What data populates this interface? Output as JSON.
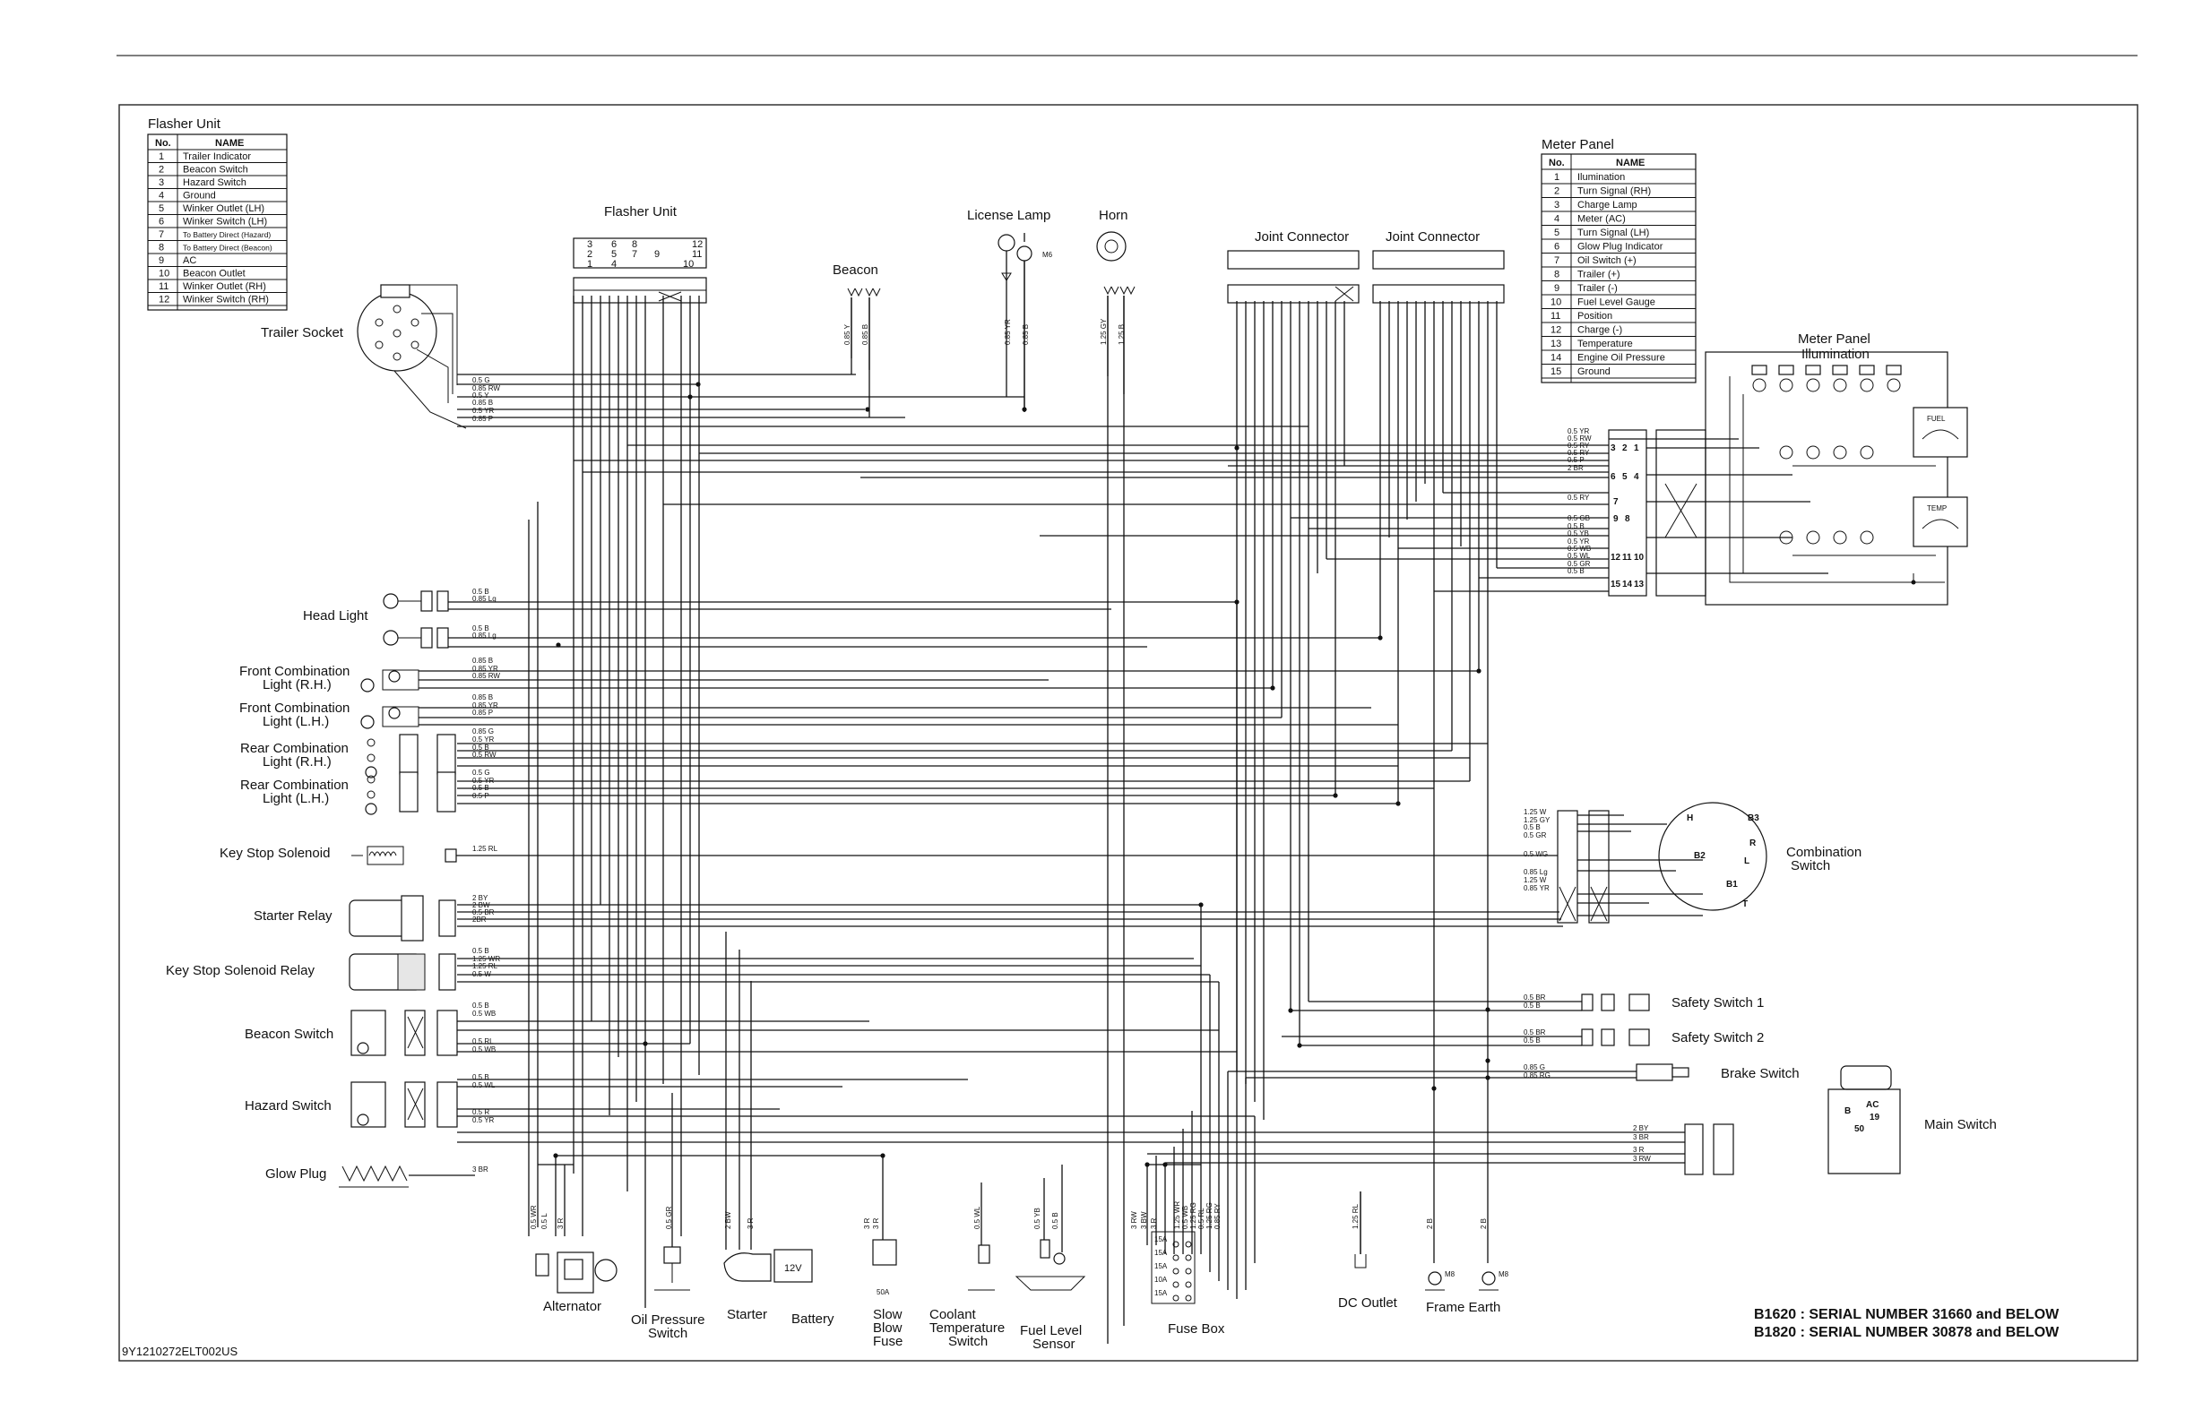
{
  "flasher_table": {
    "title": "Flasher Unit",
    "col_no": "No.",
    "col_name": "NAME",
    "rows": [
      {
        "no": "1",
        "name": "Trailer Indicator"
      },
      {
        "no": "2",
        "name": "Beacon Switch"
      },
      {
        "no": "3",
        "name": "Hazard Switch"
      },
      {
        "no": "4",
        "name": "Ground"
      },
      {
        "no": "5",
        "name": "Winker Outlet (LH)"
      },
      {
        "no": "6",
        "name": "Winker Switch (LH)"
      },
      {
        "no": "7",
        "name": "To Battery Direct (Hazard)"
      },
      {
        "no": "8",
        "name": "To Battery Direct (Beacon)"
      },
      {
        "no": "9",
        "name": "AC"
      },
      {
        "no": "10",
        "name": "Beacon Outlet"
      },
      {
        "no": "11",
        "name": "Winker Outlet (RH)"
      },
      {
        "no": "12",
        "name": "Winker Switch (RH)"
      }
    ]
  },
  "meter_table": {
    "title": "Meter Panel",
    "col_no": "No.",
    "col_name": "NAME",
    "rows": [
      {
        "no": "1",
        "name": "Ilumination"
      },
      {
        "no": "2",
        "name": "Turn Signal (RH)"
      },
      {
        "no": "3",
        "name": "Charge Lamp"
      },
      {
        "no": "4",
        "name": "Meter (AC)"
      },
      {
        "no": "5",
        "name": "Turn Signal (LH)"
      },
      {
        "no": "6",
        "name": "Glow Plug Indicator"
      },
      {
        "no": "7",
        "name": "Oil Switch (+)"
      },
      {
        "no": "8",
        "name": "Trailer (+)"
      },
      {
        "no": "9",
        "name": "Trailer (-)"
      },
      {
        "no": "10",
        "name": "Fuel Level Gauge"
      },
      {
        "no": "11",
        "name": "Position"
      },
      {
        "no": "12",
        "name": "Charge (-)"
      },
      {
        "no": "13",
        "name": "Temperature"
      },
      {
        "no": "14",
        "name": "Engine Oil Pressure"
      },
      {
        "no": "15",
        "name": "Ground"
      }
    ]
  },
  "labels": {
    "trailer_socket": "Trailer Socket",
    "flasher_unit": "Flasher Unit",
    "beacon": "Beacon",
    "license_lamp": "License Lamp",
    "horn": "Horn",
    "joint_connector_1": "Joint Connector",
    "joint_connector_2": "Joint Connector",
    "meter_panel_illum_1": "Meter Panel",
    "meter_panel_illum_2": "Illumination",
    "head_light": "Head Light",
    "front_comb_rh_1": "Front Combination",
    "front_comb_rh_2": "Light (R.H.)",
    "front_comb_lh_1": "Front Combination",
    "front_comb_lh_2": "Light (L.H.)",
    "rear_comb_rh_1": "Rear Combination",
    "rear_comb_rh_2": "Light (R.H.)",
    "rear_comb_lh_1": "Rear Combination",
    "rear_comb_lh_2": "Light (L.H.)",
    "key_stop_solenoid": "Key Stop Solenoid",
    "starter_relay": "Starter Relay",
    "key_stop_solenoid_relay": "Key Stop Solenoid Relay",
    "beacon_switch": "Beacon Switch",
    "hazard_switch": "Hazard Switch",
    "glow_plug": "Glow Plug",
    "alternator": "Alternator",
    "oil_pressure_1": "Oil Pressure",
    "oil_pressure_2": "Switch",
    "starter": "Starter",
    "battery": "Battery",
    "slow_blow_1": "Slow",
    "slow_blow_2": "Blow",
    "slow_blow_3": "Fuse",
    "coolant_1": "Coolant",
    "coolant_2": "Temperature",
    "coolant_3": "Switch",
    "fuel_level_1": "Fuel Level",
    "fuel_level_2": "Sensor",
    "fuse_box": "Fuse Box",
    "dc_outlet": "DC Outlet",
    "frame_earth": "Frame Earth",
    "combination_switch_1": "Combination",
    "combination_switch_2": "Switch",
    "safety_switch_1": "Safety Switch 1",
    "safety_switch_2": "Safety Switch 2",
    "brake_switch": "Brake Switch",
    "main_switch": "Main Switch",
    "battery_voltage": "12V",
    "fuse_rating": "50A",
    "ground_m6": "M6",
    "ground_m8a": "M8",
    "ground_m8b": "M8",
    "gauge_fuel": "FUEL",
    "gauge_temp": "TEMP"
  },
  "wire_labels_left": [
    "0.5 G",
    "0.85 RW",
    "0.5 Y",
    "0.85 B",
    "0.5 YR",
    "0.85 P",
    "0.5 B",
    "0.85 Lg",
    "0.5 B",
    "0.85 Lg",
    "0.85 B",
    "0.85 YR",
    "0.85 RW",
    "0.85 B",
    "0.85 YR",
    "0.85 P",
    "0.85 G",
    "0.5 YR",
    "0.5 B",
    "0.5 RW",
    "0.5 G",
    "0.5 YR",
    "0.5 B",
    "0.5 P",
    "1.25 RL",
    "2 BY",
    "2 BW",
    "0.5 BR",
    "2BR",
    "0.5 B",
    "1.25 WR",
    "1.25 RL",
    "0.5 W",
    "0.5 B",
    "0.5 WB",
    "0.5 RL",
    "0.5 WB",
    "0.5 B",
    "0.5 WL",
    "0.5 R",
    "0.5 YR",
    "3 BR"
  ],
  "wire_labels_meter": [
    "0.5 YR",
    "0.5 RW",
    "0.5 RY",
    "0.5 RY",
    "0.5 P",
    "2 BR",
    "0.5 RY",
    "0.5 GB",
    "0.5 B",
    "0.5 YB",
    "0.5 YR",
    "0.5 WB",
    "0.5 WL",
    "0.5 GR",
    "0.5 B"
  ],
  "wire_labels_comb": [
    "1.25 W",
    "1.25 GY",
    "0.5 B",
    "0.5 GR",
    "0.5 WG",
    "0.85 Lg",
    "1.25 W",
    "0.85 YR"
  ],
  "wire_labels_safety": [
    "0.5 BR",
    "0.5 B",
    "0.5 BR",
    "0.5 B",
    "0.85 G",
    "0.85 RG"
  ],
  "wire_labels_main": [
    "2 BY",
    "3 BR",
    "3 R",
    "3 RW"
  ],
  "wire_labels_bottom": [
    "0.5 WR",
    "0.5 L",
    "3 R",
    "0.5 GR",
    "2 BW",
    "3 R",
    "3 R",
    "3 R",
    "0.5 WL",
    "0.5 YB",
    "0.5 B",
    "3 RW",
    "3 BW",
    "3 R",
    "1.25 WR",
    "0.5 WB",
    "1.25 RG",
    "0.5 RL",
    "1.25 RG",
    "0.85 RY",
    "1.25 RL",
    "2 B",
    "2 B"
  ],
  "wire_labels_top": [
    "0.85 Y",
    "0.85 B",
    "0.85 YR",
    "0.85 B",
    "1.25 GY",
    "1.25 B"
  ],
  "flasher_pins_top": [
    "3",
    "6",
    "8",
    "12",
    "2",
    "5",
    "7",
    "9",
    "11",
    "1",
    "4",
    "10"
  ],
  "meter_pins": [
    "3",
    "2",
    "1",
    "6",
    "5",
    "4",
    "7",
    "9",
    "8",
    "12",
    "11",
    "10",
    "15",
    "14",
    "13"
  ],
  "fuse_labels": [
    "15A",
    "15A",
    "15A",
    "10A",
    "15A"
  ],
  "main_switch_terminals": [
    "B",
    "AC",
    "19",
    "50"
  ],
  "comb_switch_terminals": [
    "H",
    "B3",
    "R",
    "B2",
    "L",
    "B1",
    "T"
  ],
  "footer": {
    "doc_id": "9Y1210272ELT002US",
    "serial_b1620": "B1620 : SERIAL NUMBER 31660 and BELOW",
    "serial_b1820": "B1820 : SERIAL NUMBER 30878 and BELOW"
  }
}
